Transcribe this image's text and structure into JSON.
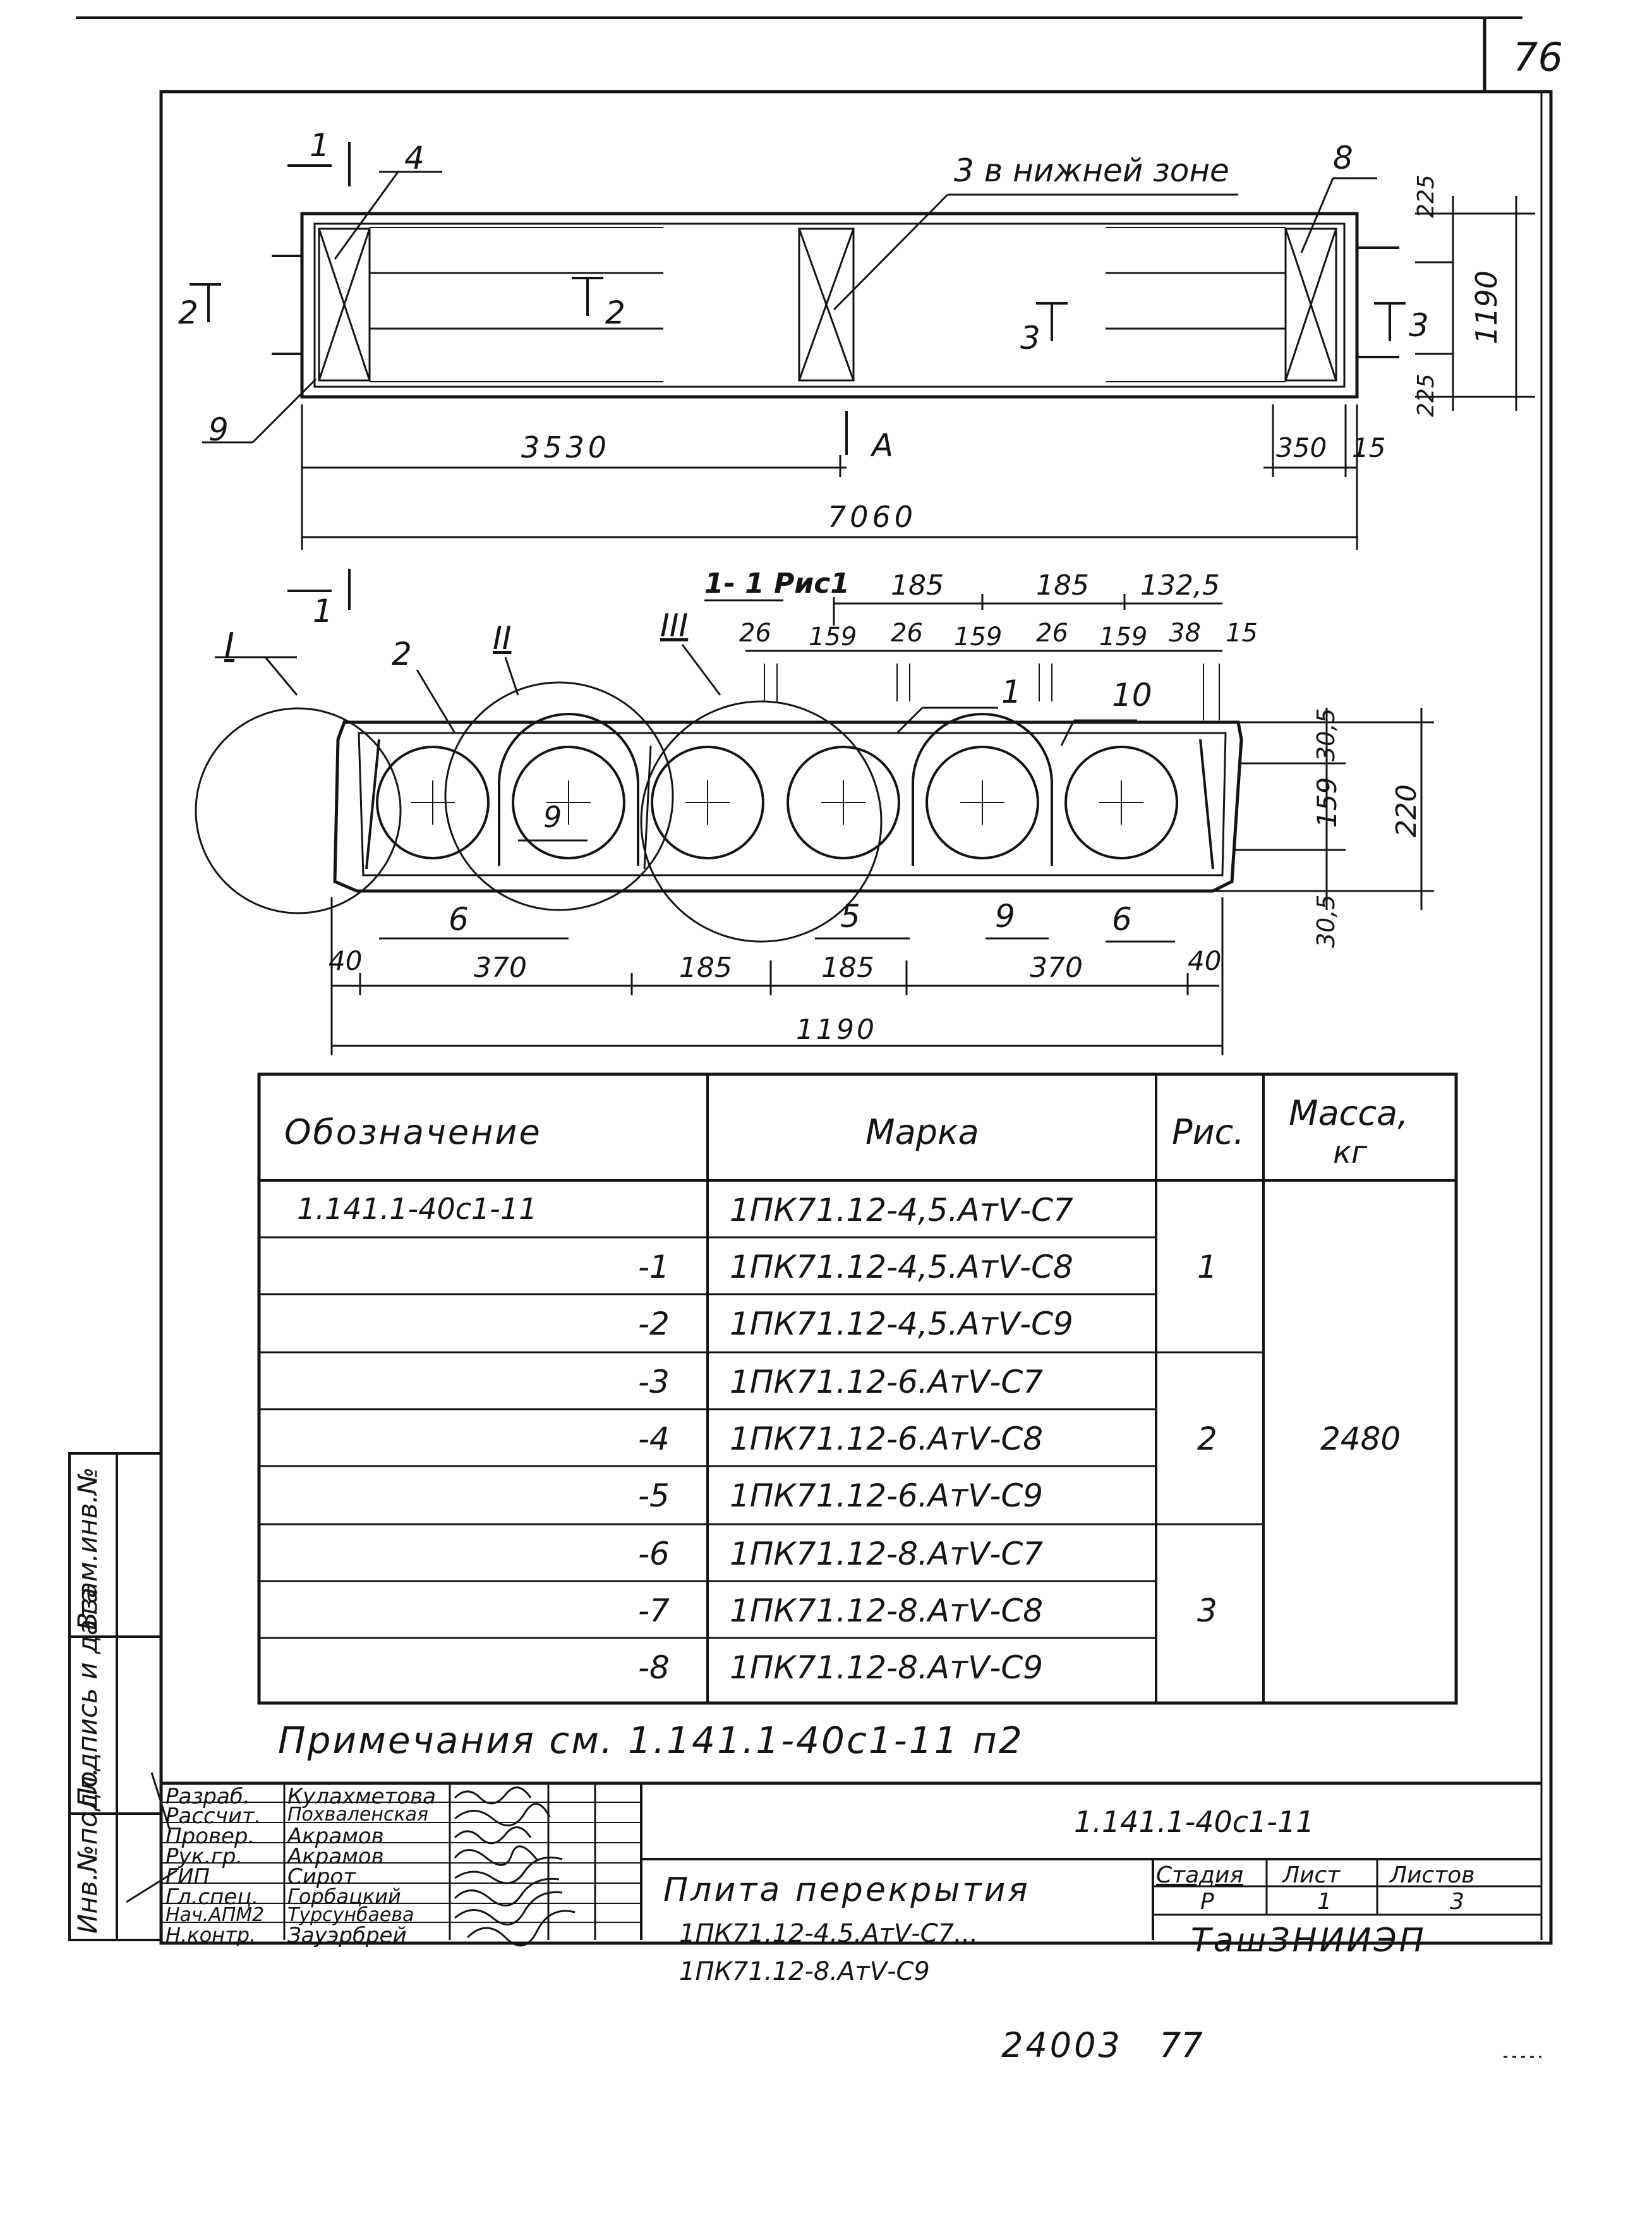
{
  "page_number": "76",
  "bottom_code": "24003",
  "bottom_sheet": "77",
  "plan": {
    "label_4": "4",
    "label_8": "8",
    "label_9": "9",
    "zone_label": "3 в нижней зоне",
    "section_1": "1",
    "section_2": "2",
    "section_3": "3",
    "view_A": "А",
    "dim_half_length": "3530",
    "dim_length": "7060",
    "dim_350": "350",
    "dim_15": "15",
    "dim_225_top": "225",
    "dim_225_bottom": "225",
    "dim_width": "1190"
  },
  "section": {
    "title": "1- 1 Рис1",
    "label_I": "I",
    "label_II": "II",
    "label_III": "III",
    "label_2": "2",
    "label_1": "1",
    "label_10": "10",
    "label_9a": "9",
    "label_9b": "9",
    "label_6a": "6",
    "label_6b": "6",
    "label_5": "5",
    "top_dims": [
      "185",
      "185",
      "132,5"
    ],
    "top_sub_dims": [
      "26",
      "159",
      "26",
      "159",
      "26",
      "159",
      "38",
      "15"
    ],
    "bottom_dims": [
      "40",
      "370",
      "185",
      "185",
      "370",
      "40"
    ],
    "total_width": "1190",
    "right_dims": [
      "30,5",
      "159",
      "30,5"
    ],
    "height": "220"
  },
  "table": {
    "headers": {
      "designation": "Обозначение",
      "mark": "Марка",
      "fig": "Рис.",
      "mass_line1": "Масса,",
      "mass_line2": "кг"
    },
    "rows": [
      {
        "designation": "1.141.1-40с1-11",
        "mark": "1ПК71.12-4,5.АтⅤ-С7"
      },
      {
        "designation": "-1",
        "mark": "1ПК71.12-4,5.АтⅤ-С8"
      },
      {
        "designation": "-2",
        "mark": "1ПК71.12-4,5.АтⅤ-С9"
      },
      {
        "designation": "-3",
        "mark": "1ПК71.12-6.АтⅤ-С7"
      },
      {
        "designation": "-4",
        "mark": "1ПК71.12-6.АтⅤ-С8"
      },
      {
        "designation": "-5",
        "mark": "1ПК71.12-6.АтⅤ-С9"
      },
      {
        "designation": "-6",
        "mark": "1ПК71.12-8.АтⅤ-С7"
      },
      {
        "designation": "-7",
        "mark": "1ПК71.12-8.АтⅤ-С8"
      },
      {
        "designation": "-8",
        "mark": "1ПК71.12-8.АтⅤ-С9"
      }
    ],
    "figs": [
      "1",
      "2",
      "3"
    ],
    "mass": "2480"
  },
  "note": "Примечания см. 1.141.1-40с1-11 п2",
  "side_labels": {
    "inv_orig": "Инв.№подл.",
    "sign_date": "Подпись и дата",
    "vzam_inv": "Взам.инв.№"
  },
  "stamp": {
    "roles": [
      {
        "role": "Разраб.",
        "name": "Кулахметова"
      },
      {
        "role": "Рассчит.",
        "name": "Похваленская"
      },
      {
        "role": "Провер.",
        "name": "Акрамов"
      },
      {
        "role": "Рук.гр.",
        "name": "Акрамов"
      },
      {
        "role": "ГИП",
        "name": "Сирот"
      },
      {
        "role": "Гл.спец.",
        "name": "Горбацкий"
      },
      {
        "role": "Нач.АПМ2",
        "name": "Турсунбаева"
      },
      {
        "role": "Н.контр.",
        "name": "Зауэрбрей"
      }
    ],
    "doc_code": "1.141.1-40с1-11",
    "title_line1": "Плита перекрытия",
    "title_line2": "1ПК71.12-4,5.АтⅤ-С7...",
    "title_line3": "1ПК71.12-8.АтⅤ-С9",
    "stage_label": "Стадия",
    "sheet_label": "Лист",
    "sheets_label": "Листов",
    "stage": "Р",
    "sheet": "1",
    "sheets": "3",
    "org": "ТашЗНИИЭП"
  }
}
